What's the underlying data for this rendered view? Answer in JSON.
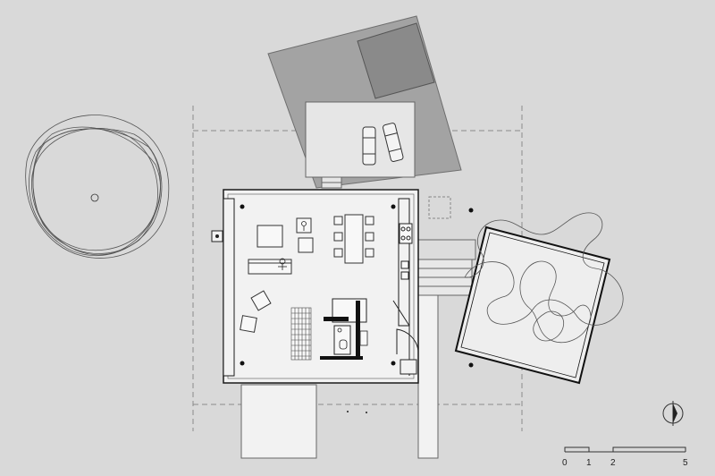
{
  "scale_bar": {
    "labels": [
      "0",
      "1",
      "2",
      "5"
    ]
  },
  "north_arrow": {
    "icon": "north-arrow-icon"
  },
  "colors": {
    "background": "#d9d9d9",
    "roof_outline": "#a3a3a3",
    "roof_dark": "#8a8a8a",
    "interior": "#f2f2f2",
    "line": "#2a2a2a"
  }
}
